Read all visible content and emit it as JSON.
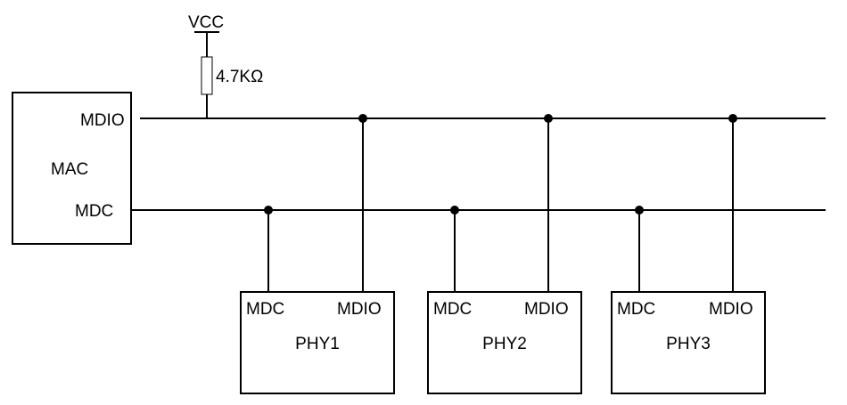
{
  "power": {
    "label": "VCC"
  },
  "resistor": {
    "value_label": "4.7KΩ"
  },
  "mac": {
    "name": "MAC",
    "mdio_label": "MDIO",
    "mdc_label": "MDC"
  },
  "phys": [
    {
      "name": "PHY1",
      "mdc_label": "MDC",
      "mdio_label": "MDIO"
    },
    {
      "name": "PHY2",
      "mdc_label": "MDC",
      "mdio_label": "MDIO"
    },
    {
      "name": "PHY3",
      "mdc_label": "MDC",
      "mdio_label": "MDIO"
    }
  ],
  "colors": {
    "line": "#000000",
    "background": "#ffffff"
  }
}
